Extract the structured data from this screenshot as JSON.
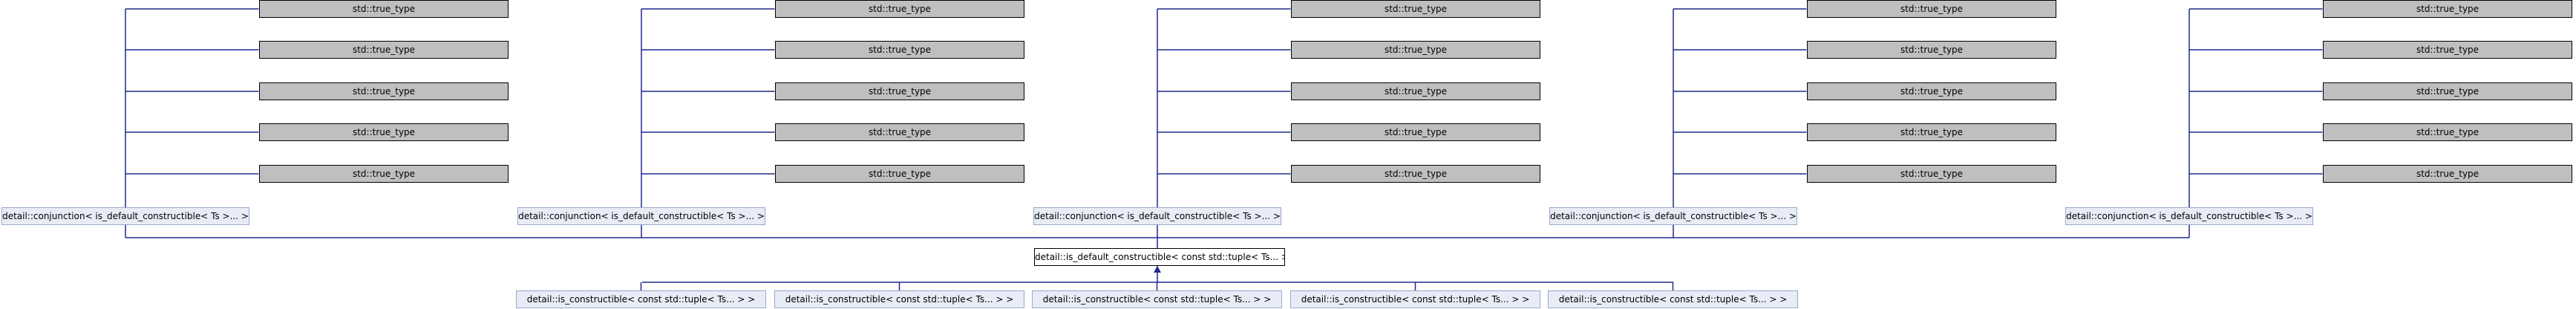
{
  "diagram": {
    "base_label": "std::true_type",
    "conjunction_label": "detail::conjunction< is_default_constructible< Ts >... >",
    "focus_label": "detail::is_default_constructible< const std::tuple< Ts... > >",
    "derived_label": "detail::is_constructible< const std::tuple< Ts... > >",
    "colors": {
      "edge": "#1f2a8c",
      "base_fill": "#bfbfbf",
      "node_fill": "#e8ecf6",
      "node_border": "#9aa8cc"
    }
  }
}
